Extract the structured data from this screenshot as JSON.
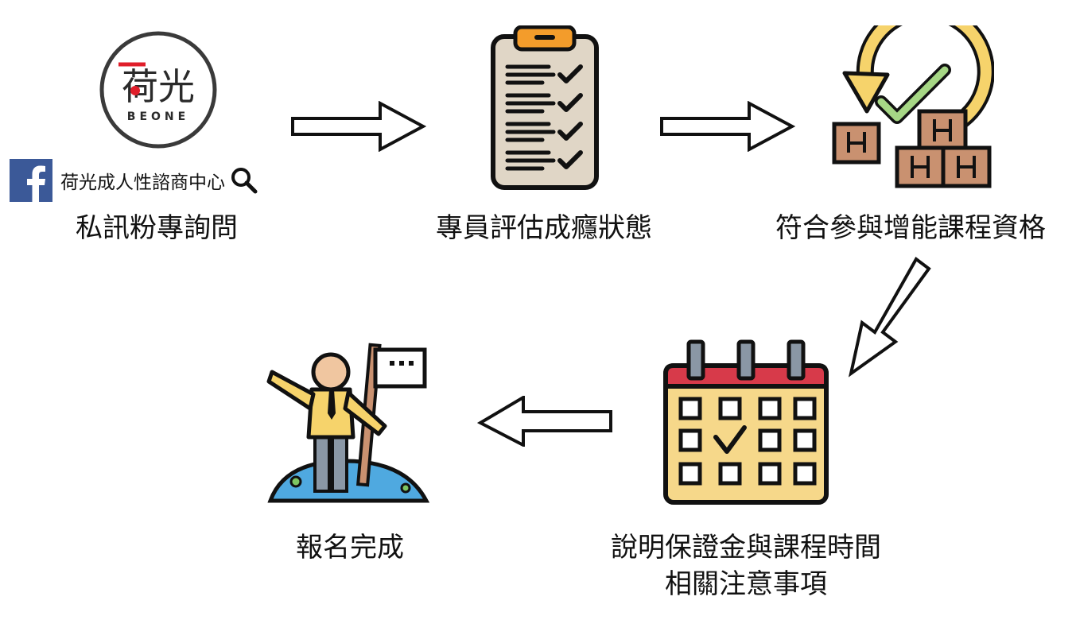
{
  "logo": {
    "chars": "荷光",
    "sub": "BEONE"
  },
  "facebook": {
    "page_name": "荷光成人性諮商中心"
  },
  "steps": [
    {
      "label": "私訊粉專詢問"
    },
    {
      "label": "專員評估成癮狀態"
    },
    {
      "label": "符合參與增能課程資格"
    },
    {
      "label_line1": "說明保證金與課程時間",
      "label_line2": "相關注意事項"
    },
    {
      "label": "報名完成"
    }
  ]
}
